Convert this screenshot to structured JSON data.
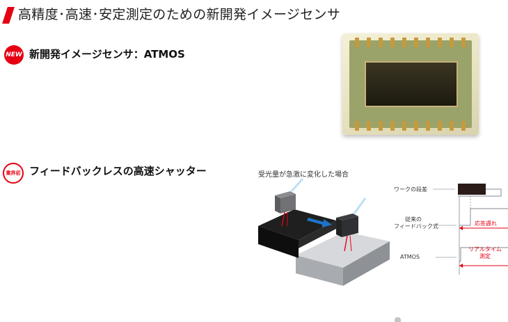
{
  "header": {
    "title": "高精度･高速･安定測定のための新開発イメージセンサ"
  },
  "section_atmos": {
    "badge": "NEW",
    "title": "新開発イメージセンサ：ATMOS"
  },
  "section_shutter": {
    "badge": "業界初",
    "title": "フィードバックレスの高速シャッター",
    "diagram": {
      "caption": "受光量が急激に変化した場合",
      "workpiece_step_label": "ワークの段差",
      "conventional_label_line1": "従来の",
      "conventional_label_line2": "フィードバック式",
      "conventional_note": "応答遅れ",
      "atmos_label": "ATMOS",
      "atmos_note_line1": "リアルタイム",
      "atmos_note_line2": "測定"
    }
  },
  "colors": {
    "accent_red": "#e60012"
  }
}
